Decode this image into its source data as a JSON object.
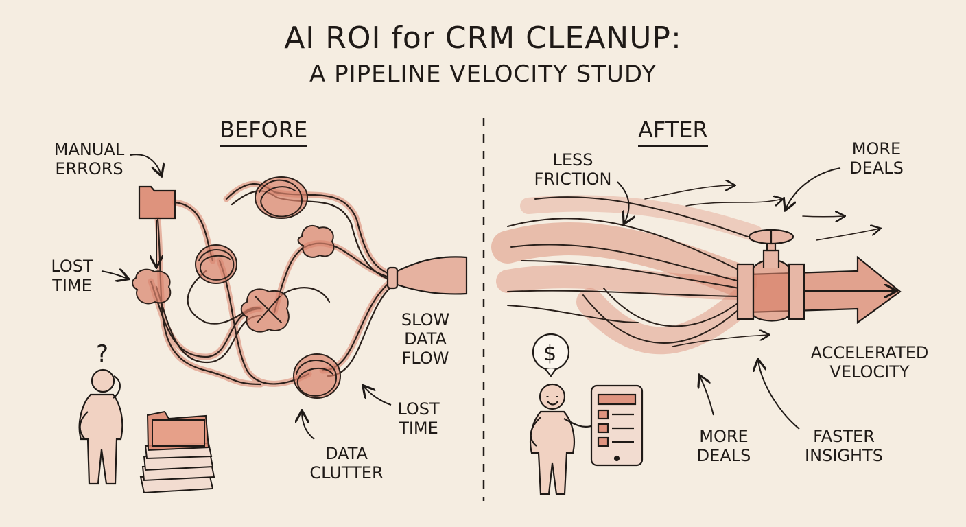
{
  "title": {
    "line1": "AI ROI for CRM CLEANUP:",
    "line2": "A PIPELINE VELOCITY STUDY"
  },
  "before": {
    "heading": "BEFORE",
    "labels": {
      "manual_errors": "MANUAL\nERRORS",
      "lost_time_left": "LOST\nTIME",
      "slow_data_flow": "SLOW\nDATA\nFLOW",
      "lost_time_bottom": "LOST\nTIME",
      "data_clutter": "DATA\nCLUTTER"
    },
    "icons": [
      "folder-icon",
      "confused-person-icon",
      "file-stack-icon",
      "question-mark-icon"
    ]
  },
  "after": {
    "heading": "AFTER",
    "labels": {
      "less_friction": "LESS\nFRICTION",
      "more_deals_top": "MORE\nDEALS",
      "accelerated_velocity": "ACCELERATED\nVELOCITY",
      "more_deals_bottom": "MORE\nDEALS",
      "faster_insights": "FASTER\nINSIGHTS"
    },
    "icons": [
      "happy-person-icon",
      "dollar-sign-icon",
      "tablet-icon",
      "valve-icon",
      "pipe-icon"
    ]
  },
  "colors": {
    "background": "#f5ede1",
    "ink": "#1f1a17",
    "accent": "#d9826b",
    "accent_dark": "#b95f48"
  }
}
